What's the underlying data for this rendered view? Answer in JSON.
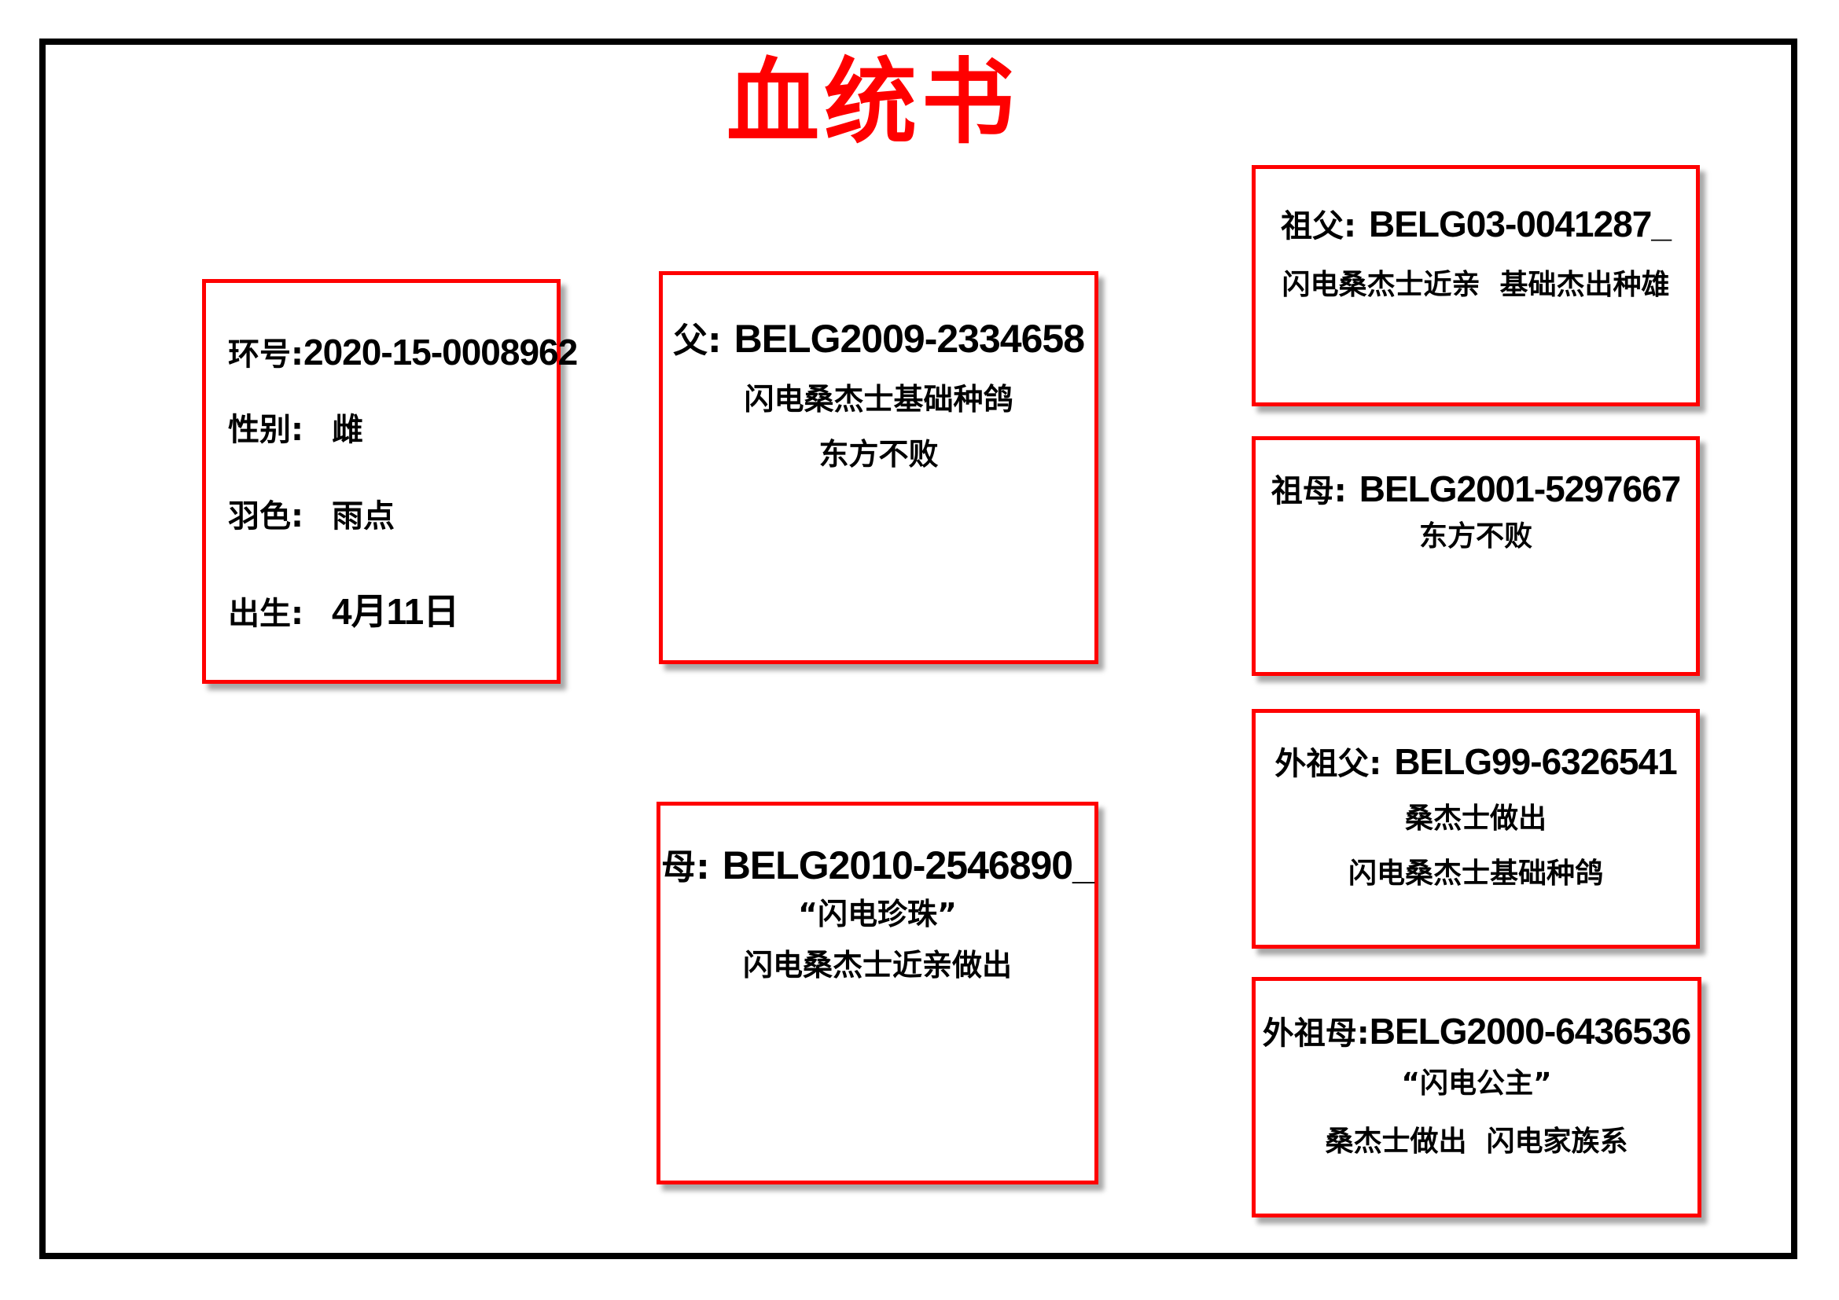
{
  "title": "血统书",
  "colors": {
    "accent_red": "#FF0000",
    "frame_black": "#000000",
    "background": "#FFFFFF"
  },
  "subject": {
    "ring_label": "环号:",
    "ring_value": "2020-15-0008962",
    "sex_label": "性别:",
    "sex_value": "雌",
    "feather_label": "羽色:",
    "feather_value": "雨点",
    "birth_label": "出生:",
    "birth_value": "4月11日"
  },
  "father": {
    "label": "父:",
    "ring": "BELG2009-2334658",
    "notes": [
      "闪电桑杰士基础种鸽",
      "东方不败"
    ]
  },
  "mother": {
    "label": "母:",
    "ring": "BELG2010-2546890_",
    "notes": [
      "“闪电珍珠”",
      "闪电桑杰士近亲做出"
    ]
  },
  "grandparents": [
    {
      "label": "祖父:",
      "ring": "BELG03-0041287_",
      "notes": [
        "闪电桑杰士近亲  基础杰出种雄"
      ]
    },
    {
      "label": "祖母:",
      "ring": "BELG2001-5297667",
      "notes": [
        "东方不败"
      ]
    },
    {
      "label": "外祖父:",
      "ring": "BELG99-6326541",
      "notes": [
        "桑杰士做出",
        "闪电桑杰士基础种鸽"
      ]
    },
    {
      "label": "外祖母:",
      "ring": "BELG2000-6436536",
      "notes": [
        "“闪电公主”",
        "桑杰士做出  闪电家族系"
      ]
    }
  ]
}
